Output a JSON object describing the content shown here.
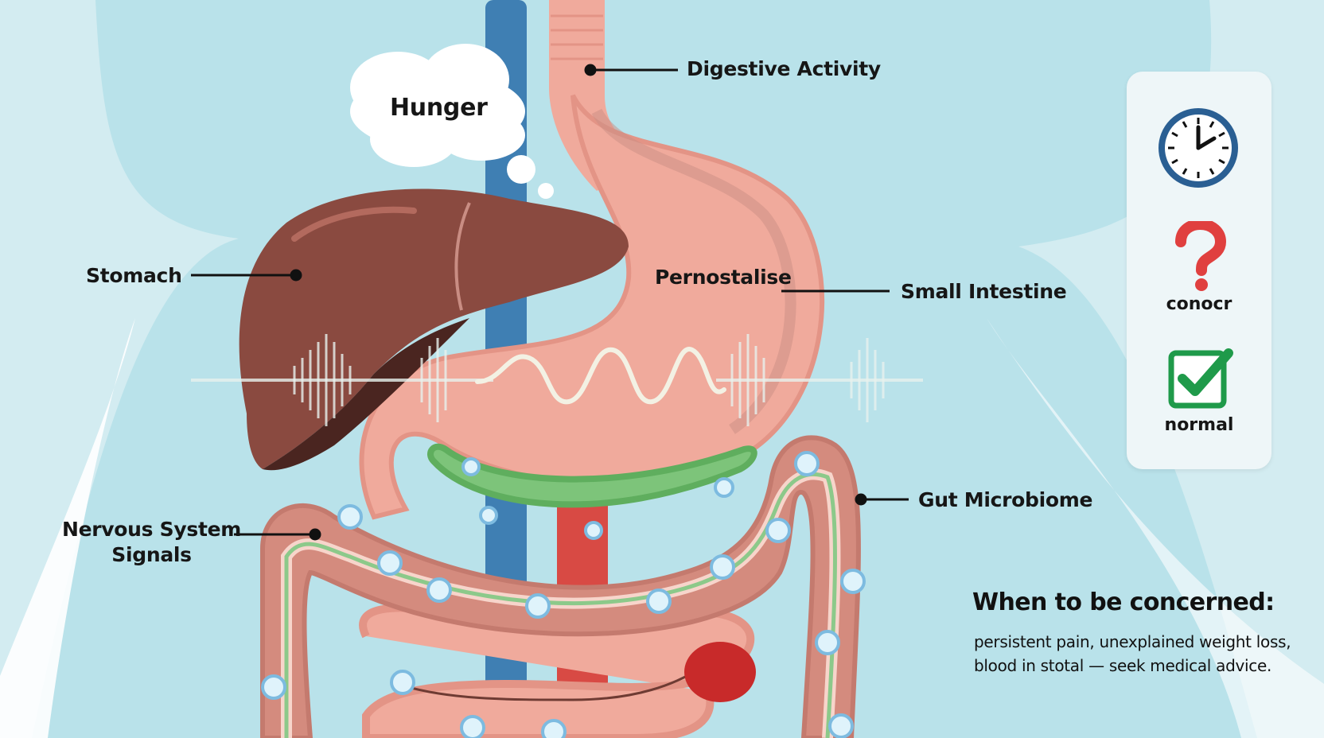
{
  "labels": {
    "hunger": "Hunger",
    "digestive_activity": "Digestive Activity",
    "stomach": "Stomach",
    "pernostalise": "Pernostalise",
    "small_intestine": "Small Intestine",
    "gut_microbiome": "Gut Microbiome",
    "nervous_system_line1": "Nervous System",
    "nervous_system_line2": "Signals"
  },
  "legend": {
    "clock_icon": "clock-icon",
    "concern_icon": "question-mark-icon",
    "concern_label": "conocr",
    "normal_icon": "checkmark-icon",
    "normal_label": "normal"
  },
  "note": {
    "title": "When to be concerned:",
    "line1": "persistent pain, unexplained weight loss,",
    "line2": "blood in stotal — seek medical advice."
  },
  "colors": {
    "background": "#b9e2ea",
    "liver": "#8a4a40",
    "stomach": "#f0aa9c",
    "intestine": "#d48b7e",
    "microbiome": "#7dc47a",
    "vein": "#3f7fb3",
    "artery": "#d84a44",
    "concern": "#e0403f",
    "normal": "#1f9a4a",
    "clock": "#2a5f93"
  }
}
